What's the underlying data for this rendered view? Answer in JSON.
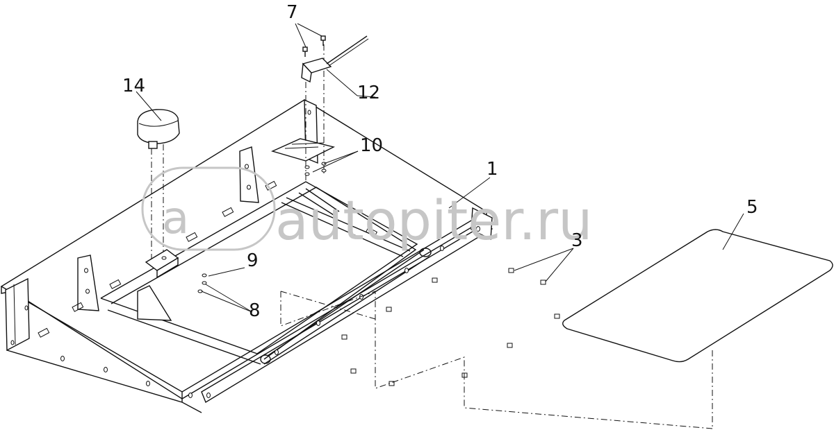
{
  "diagram": {
    "callouts": [
      {
        "id": "c7",
        "label": "7"
      },
      {
        "id": "c14",
        "label": "14"
      },
      {
        "id": "c12",
        "label": "12"
      },
      {
        "id": "c10",
        "label": "10"
      },
      {
        "id": "c1",
        "label": "1"
      },
      {
        "id": "c5",
        "label": "5"
      },
      {
        "id": "c3",
        "label": "3"
      },
      {
        "id": "c9",
        "label": "9"
      },
      {
        "id": "c8",
        "label": "8"
      }
    ],
    "watermark": {
      "logo_letter": "a",
      "text": "autopiter.ru"
    },
    "line_color": "#111111",
    "watermark_color": "#c6c6c6"
  }
}
